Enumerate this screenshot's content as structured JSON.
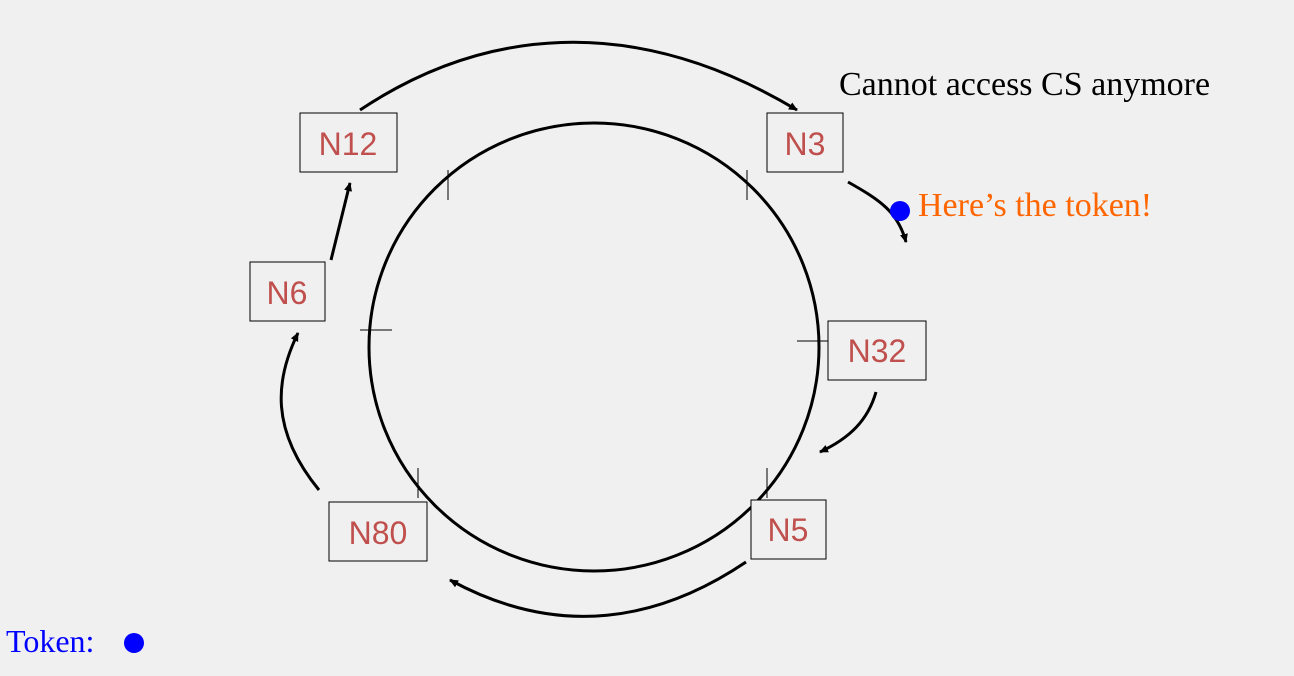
{
  "nodes": [
    {
      "id": "n12",
      "label": "N12"
    },
    {
      "id": "n3",
      "label": "N3"
    },
    {
      "id": "n6",
      "label": "N6"
    },
    {
      "id": "n32",
      "label": "N32"
    },
    {
      "id": "n80",
      "label": "N80"
    },
    {
      "id": "n5",
      "label": "N5"
    }
  ],
  "annotations": {
    "cs_message": "Cannot access CS anymore",
    "token_message": "Here’s the token!",
    "legend_label": "Token:"
  },
  "colors": {
    "background": "#f0f0f0",
    "node_text": "#c0504d",
    "token": "#0000ff",
    "token_message": "#ff6600",
    "legend_text": "#0000ff",
    "stroke": "#000000"
  }
}
